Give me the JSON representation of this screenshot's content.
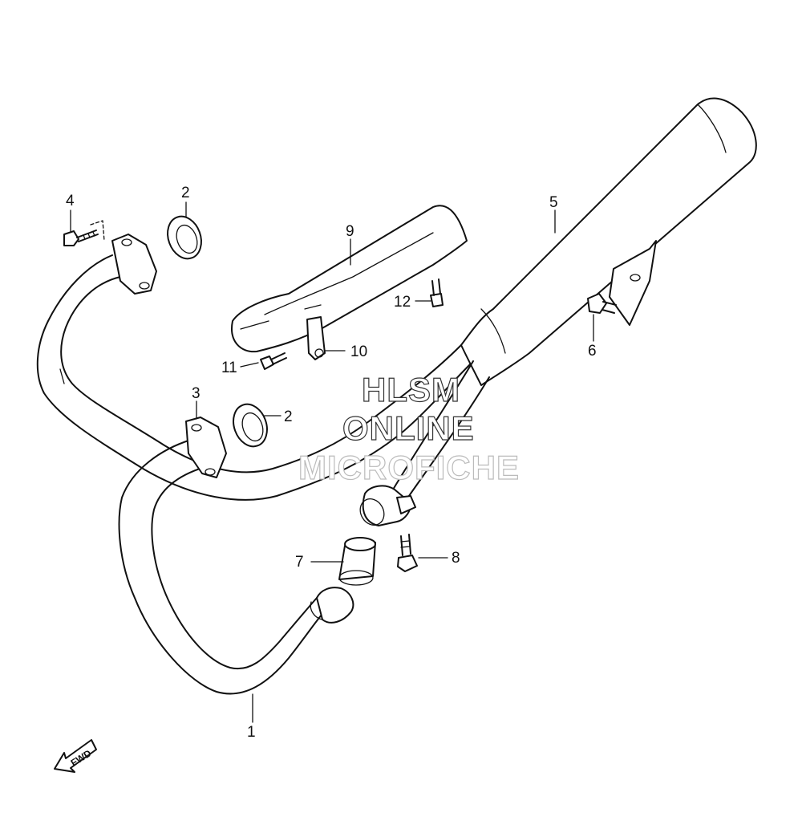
{
  "watermark": {
    "line1": "HLSM",
    "line2": "ONLINE",
    "line3": "MICROFICHE"
  },
  "direction_indicator": "FWD",
  "callouts": [
    {
      "id": "1",
      "label": "1"
    },
    {
      "id": "2a",
      "label": "2"
    },
    {
      "id": "2b",
      "label": "2"
    },
    {
      "id": "3",
      "label": "3"
    },
    {
      "id": "4",
      "label": "4"
    },
    {
      "id": "5",
      "label": "5"
    },
    {
      "id": "6",
      "label": "6"
    },
    {
      "id": "7",
      "label": "7"
    },
    {
      "id": "8",
      "label": "8"
    },
    {
      "id": "9",
      "label": "9"
    },
    {
      "id": "10",
      "label": "10"
    },
    {
      "id": "11",
      "label": "11"
    },
    {
      "id": "12",
      "label": "12"
    }
  ]
}
